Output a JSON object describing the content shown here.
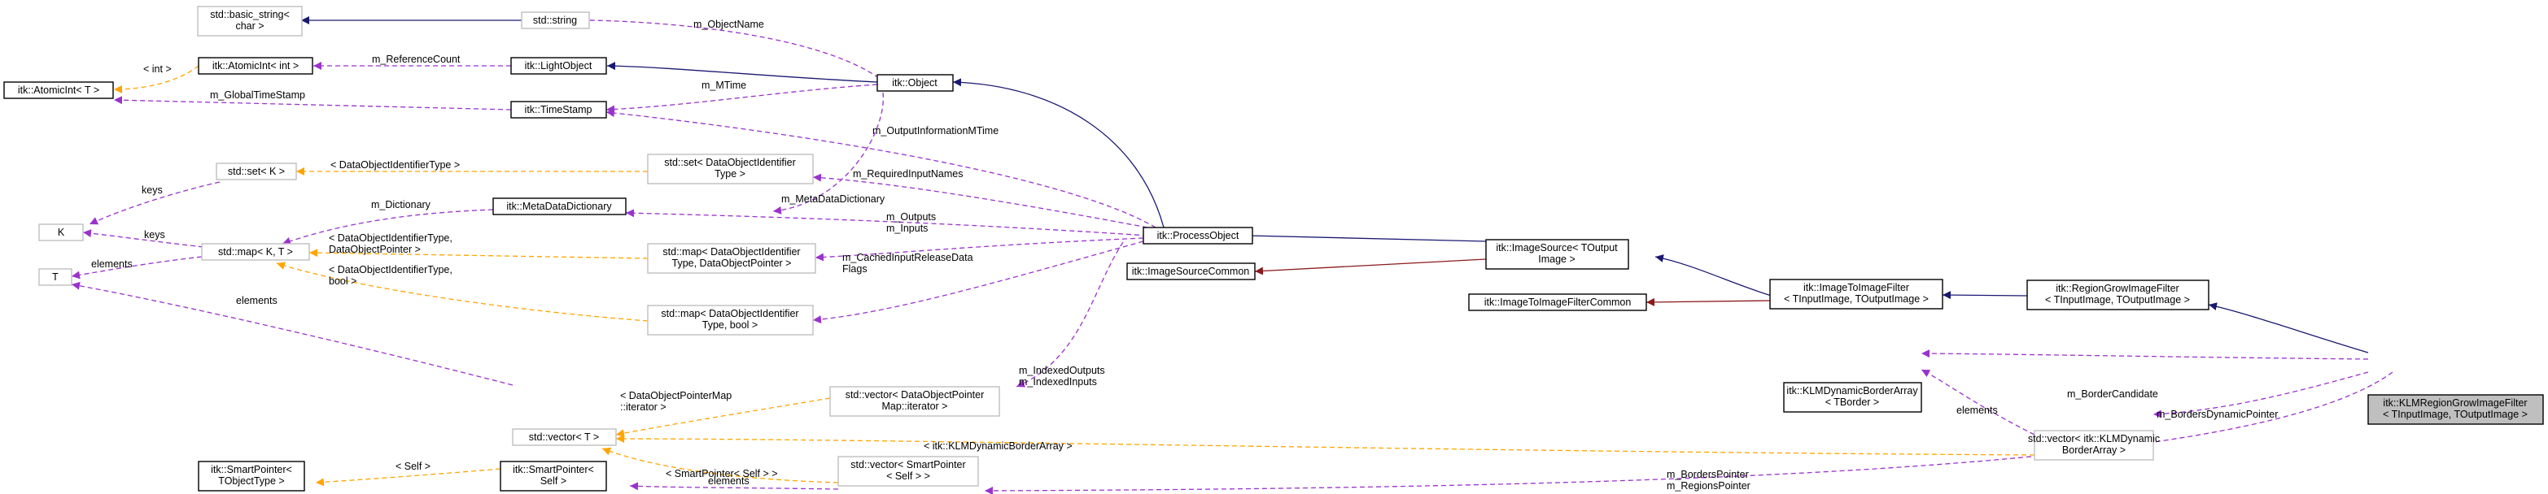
{
  "colors": {
    "inheritance": "#191970",
    "private_inheritance": "#8b1a1a",
    "usage": "#9a32cd",
    "template": "#ffa500",
    "focus_fill": "#bfbfbf",
    "grey_border": "#bfbfbf"
  },
  "nodes": [
    {
      "id": "basic_string",
      "lines": [
        "std::basic_string<",
        "char >"
      ]
    },
    {
      "id": "std_string",
      "lines": [
        "std::string"
      ]
    },
    {
      "id": "atomicint_int",
      "lines": [
        "itk::AtomicInt< int >"
      ]
    },
    {
      "id": "atomicint_T",
      "lines": [
        "itk::AtomicInt< T >"
      ]
    },
    {
      "id": "lightobject",
      "lines": [
        "itk::LightObject"
      ]
    },
    {
      "id": "object",
      "lines": [
        "itk::Object"
      ]
    },
    {
      "id": "timestamp",
      "lines": [
        "itk::TimeStamp"
      ]
    },
    {
      "id": "set_K",
      "lines": [
        "std::set< K >"
      ]
    },
    {
      "id": "set_doid",
      "lines": [
        "std::set< DataObjectIdentifier",
        "Type >"
      ]
    },
    {
      "id": "K",
      "lines": [
        "K"
      ]
    },
    {
      "id": "metadatadict",
      "lines": [
        "itk::MetaDataDictionary"
      ]
    },
    {
      "id": "map_KT",
      "lines": [
        "std::map< K, T >"
      ]
    },
    {
      "id": "map_doid_ptr",
      "lines": [
        "std::map< DataObjectIdentifier",
        "Type, DataObjectPointer >"
      ]
    },
    {
      "id": "T",
      "lines": [
        "T"
      ]
    },
    {
      "id": "map_doid_bool",
      "lines": [
        "std::map< DataObjectIdentifier",
        "Type, bool >"
      ]
    },
    {
      "id": "processobject",
      "lines": [
        "itk::ProcessObject"
      ]
    },
    {
      "id": "imagesourcecommon",
      "lines": [
        "itk::ImageSourceCommon"
      ]
    },
    {
      "id": "imagesource",
      "lines": [
        "itk::ImageSource< TOutput",
        "Image >"
      ]
    },
    {
      "id": "imagetoimagefiltercommon",
      "lines": [
        "itk::ImageToImageFilterCommon"
      ]
    },
    {
      "id": "imagetoimagefilter",
      "lines": [
        "itk::ImageToImageFilter",
        "< TInputImage, TOutputImage >"
      ]
    },
    {
      "id": "regiongrow",
      "lines": [
        "itk::RegionGrowImageFilter",
        "< TInputImage, TOutputImage >"
      ]
    },
    {
      "id": "klmborder",
      "lines": [
        "itk::KLMDynamicBorderArray",
        "< TBorder >"
      ]
    },
    {
      "id": "klmregion",
      "lines": [
        "itk::KLMRegionGrowImageFilter",
        "< TInputImage, TOutputImage >"
      ]
    },
    {
      "id": "vec_doptr",
      "lines": [
        "std::vector< DataObjectPointer",
        "Map::iterator >"
      ]
    },
    {
      "id": "vec_T",
      "lines": [
        "std::vector< T >"
      ]
    },
    {
      "id": "vec_klm",
      "lines": [
        "std::vector< itk::KLMDynamic",
        "BorderArray >"
      ]
    },
    {
      "id": "smartptr_tobj",
      "lines": [
        "itk::SmartPointer<",
        "TObjectType >"
      ]
    },
    {
      "id": "smartptr_self",
      "lines": [
        "itk::SmartPointer<",
        "Self >"
      ]
    },
    {
      "id": "vec_smartptr",
      "lines": [
        "std::vector< SmartPointer",
        "< Self > >"
      ]
    }
  ],
  "edge_labels": [
    {
      "id": "el_objectname",
      "lines": [
        "m_ObjectName"
      ]
    },
    {
      "id": "el_int",
      "lines": [
        "< int >"
      ]
    },
    {
      "id": "el_refcount",
      "lines": [
        "m_ReferenceCount"
      ]
    },
    {
      "id": "el_mtime",
      "lines": [
        "m_MTime"
      ]
    },
    {
      "id": "el_globaltime",
      "lines": [
        "m_GlobalTimeStamp"
      ]
    },
    {
      "id": "el_outinfo",
      "lines": [
        "m_OutputInformationMTime"
      ]
    },
    {
      "id": "el_doidtype",
      "lines": [
        "< DataObjectIdentifierType >"
      ]
    },
    {
      "id": "el_reqinput",
      "lines": [
        "m_RequiredInputNames"
      ]
    },
    {
      "id": "el_keys1",
      "lines": [
        "keys"
      ]
    },
    {
      "id": "el_metadict",
      "lines": [
        "m_MetaDataDictionary"
      ]
    },
    {
      "id": "el_dictionary",
      "lines": [
        "m_Dictionary"
      ]
    },
    {
      "id": "el_outputs",
      "lines": [
        "m_Outputs",
        "m_Inputs"
      ]
    },
    {
      "id": "el_keys2",
      "lines": [
        "keys"
      ]
    },
    {
      "id": "el_doidptr",
      "lines": [
        "< DataObjectIdentifierType,",
        "DataObjectPointer >"
      ]
    },
    {
      "id": "el_elements1",
      "lines": [
        "elements"
      ]
    },
    {
      "id": "el_doidbool",
      "lines": [
        "< DataObjectIdentifierType,",
        "bool >"
      ]
    },
    {
      "id": "el_cached",
      "lines": [
        "m_CachedInputReleaseData",
        "Flags"
      ]
    },
    {
      "id": "el_elements2",
      "lines": [
        "elements"
      ]
    },
    {
      "id": "el_indexed",
      "lines": [
        "m_IndexedOutputs",
        "m_IndexedInputs"
      ]
    },
    {
      "id": "el_doptrmap",
      "lines": [
        "< DataObjectPointerMap",
        "::iterator >"
      ]
    },
    {
      "id": "el_klmarray",
      "lines": [
        "< itk::KLMDynamicBorderArray >"
      ]
    },
    {
      "id": "el_bordercand",
      "lines": [
        "m_BorderCandidate"
      ]
    },
    {
      "id": "el_elements3",
      "lines": [
        "elements"
      ]
    },
    {
      "id": "el_bordersdyn",
      "lines": [
        "m_BordersDynamicPointer"
      ]
    },
    {
      "id": "el_smartself",
      "lines": [
        "< SmartPointer< Self > >"
      ]
    },
    {
      "id": "el_self",
      "lines": [
        "< Self >"
      ]
    },
    {
      "id": "el_elements4",
      "lines": [
        "elements"
      ]
    },
    {
      "id": "el_borderspointer",
      "lines": [
        "m_BordersPointer",
        "m_RegionsPointer"
      ]
    }
  ]
}
